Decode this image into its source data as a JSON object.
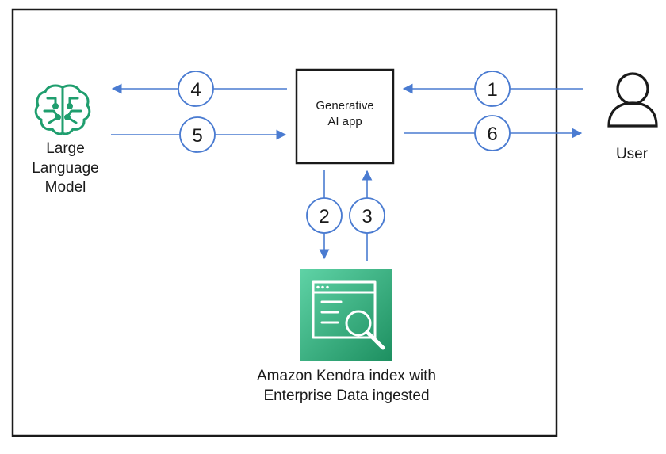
{
  "nodes": {
    "llm": {
      "lines": [
        "Large",
        "Language",
        "Model"
      ]
    },
    "app": {
      "lines": [
        "Generative",
        "AI app"
      ]
    },
    "user": {
      "label": "User"
    },
    "kendra": {
      "lines": [
        "Amazon Kendra index with",
        "Enterprise Data ingested"
      ]
    }
  },
  "steps": [
    "1",
    "2",
    "3",
    "4",
    "5",
    "6"
  ],
  "colors": {
    "arrow": "#4a7bd1",
    "kendra_top": "#5fd3a6",
    "kendra_bottom": "#1d8f60",
    "llm_icon": "#1f9e6e",
    "border": "#1a1a1a"
  },
  "icons": {
    "llm": "brain-circuit-icon",
    "user": "user-icon",
    "kendra": "search-document-icon"
  }
}
